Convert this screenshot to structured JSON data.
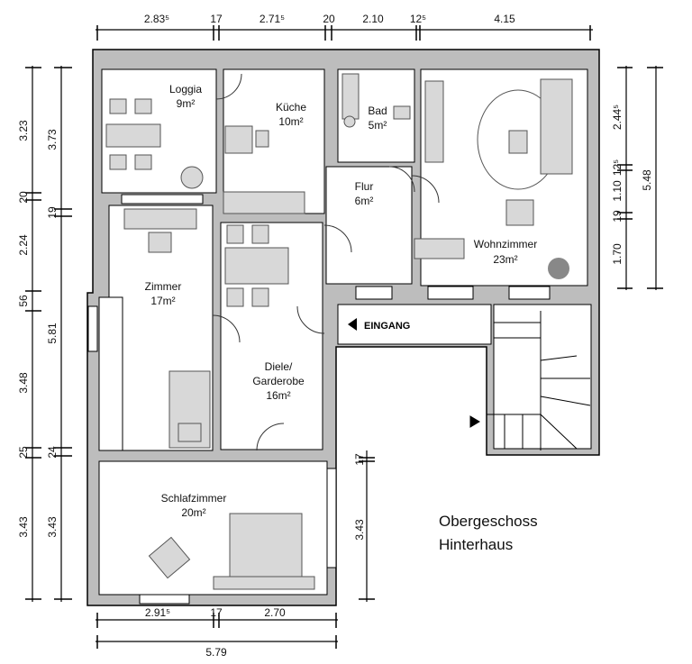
{
  "rooms": {
    "loggia": {
      "name": "Loggia",
      "area": "9m²"
    },
    "kueche": {
      "name": "Küche",
      "area": "10m²"
    },
    "bad": {
      "name": "Bad",
      "area": "5m²"
    },
    "flur": {
      "name": "Flur",
      "area": "6m²"
    },
    "wohnzimmer": {
      "name": "Wohnzimmer",
      "area": "23m²"
    },
    "zimmer": {
      "name": "Zimmer",
      "area": "17m²"
    },
    "diele": {
      "name1": "Diele/",
      "name2": "Garderobe",
      "area": "16m²"
    },
    "schlafzimmer": {
      "name": "Schlafzimmer",
      "area": "20m²"
    }
  },
  "entrance_label": "EINGANG",
  "plan_title": {
    "line1": "Obergeschoss",
    "line2": "Hinterhaus"
  },
  "dimensions": {
    "top": [
      "2.83⁵",
      "17",
      "2.71⁵",
      "20",
      "2.10",
      "12⁵",
      "4.15"
    ],
    "left_outer": [
      "3.23",
      "20",
      "2.24",
      "56",
      "3.48",
      "25",
      "3.43"
    ],
    "left_inner": [
      "3.73",
      "19",
      "5.81",
      "24",
      "3.43"
    ],
    "right_outer": [
      "2.44⁵",
      "12⁵",
      "1.10",
      "19",
      "1.70"
    ],
    "right_inner": [
      "5.48"
    ],
    "bottom": [
      "2.91⁵",
      "17",
      "2.70"
    ],
    "bottom_total": [
      "5.79"
    ],
    "inner_vertical": [
      "17",
      "3.43"
    ]
  }
}
